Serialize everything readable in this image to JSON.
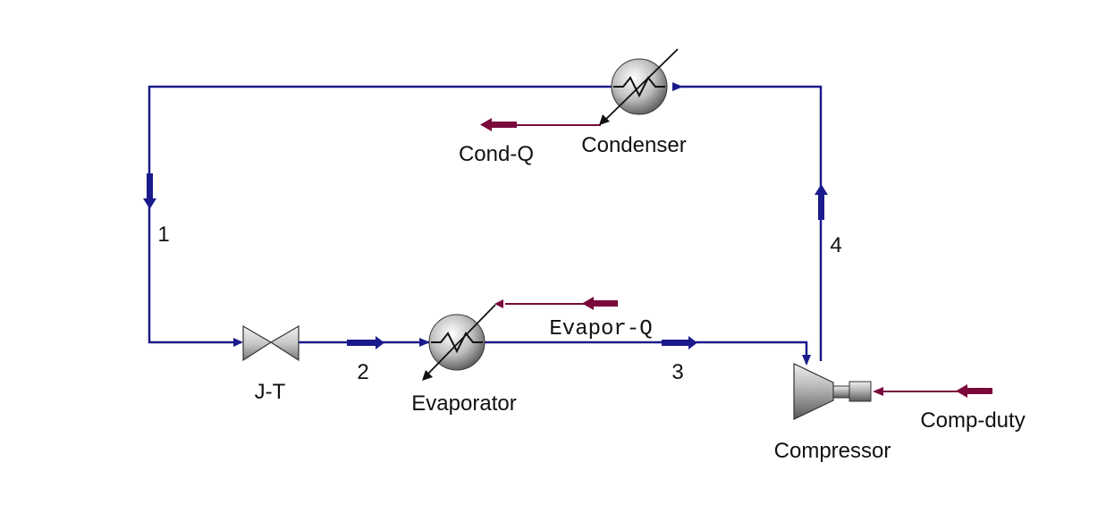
{
  "colors": {
    "material_stream": "#1a1a8c",
    "heat_stream": "#7a0a3c",
    "equipment_dark": "#555555",
    "equipment_light": "#eeeeee",
    "background": "#ffffff"
  },
  "blocks": {
    "condenser": "Condenser",
    "evaporator": "Evaporator",
    "valve": "J-T",
    "compressor": "Compressor"
  },
  "streams": {
    "s1": "1",
    "s2": "2",
    "s3": "3",
    "s4": "4"
  },
  "heat_streams": {
    "cond_q": "Cond-Q",
    "evapor_q": "Evapor-Q",
    "comp_duty": "Comp-duty"
  },
  "icons": {
    "heat_exchanger": "heat-exchanger-icon",
    "valve": "valve-icon",
    "compressor": "compressor-icon"
  }
}
